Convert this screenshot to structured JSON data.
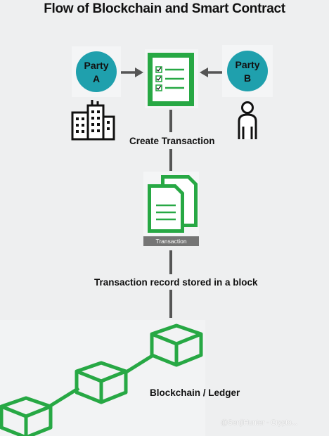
{
  "title": "Flow of Blockchain and Smart Contract",
  "party_a": {
    "line1": "Party",
    "line2": "A"
  },
  "party_b": {
    "line1": "Party",
    "line2": "B"
  },
  "step1_label": "Create Transaction",
  "transaction_tag": "Transaction",
  "step2_label": "Transaction record stored in a block",
  "ledger_label": "Blockchain / Ledger",
  "watermark": "@SenjiHunter - Crypto...",
  "colors": {
    "accent_green": "#27a844",
    "party_teal": "#1fa0ad",
    "connector_gray": "#555555"
  },
  "icons": [
    "building-icon",
    "person-icon",
    "contract-checklist-icon",
    "documents-icon",
    "cube-icon"
  ]
}
